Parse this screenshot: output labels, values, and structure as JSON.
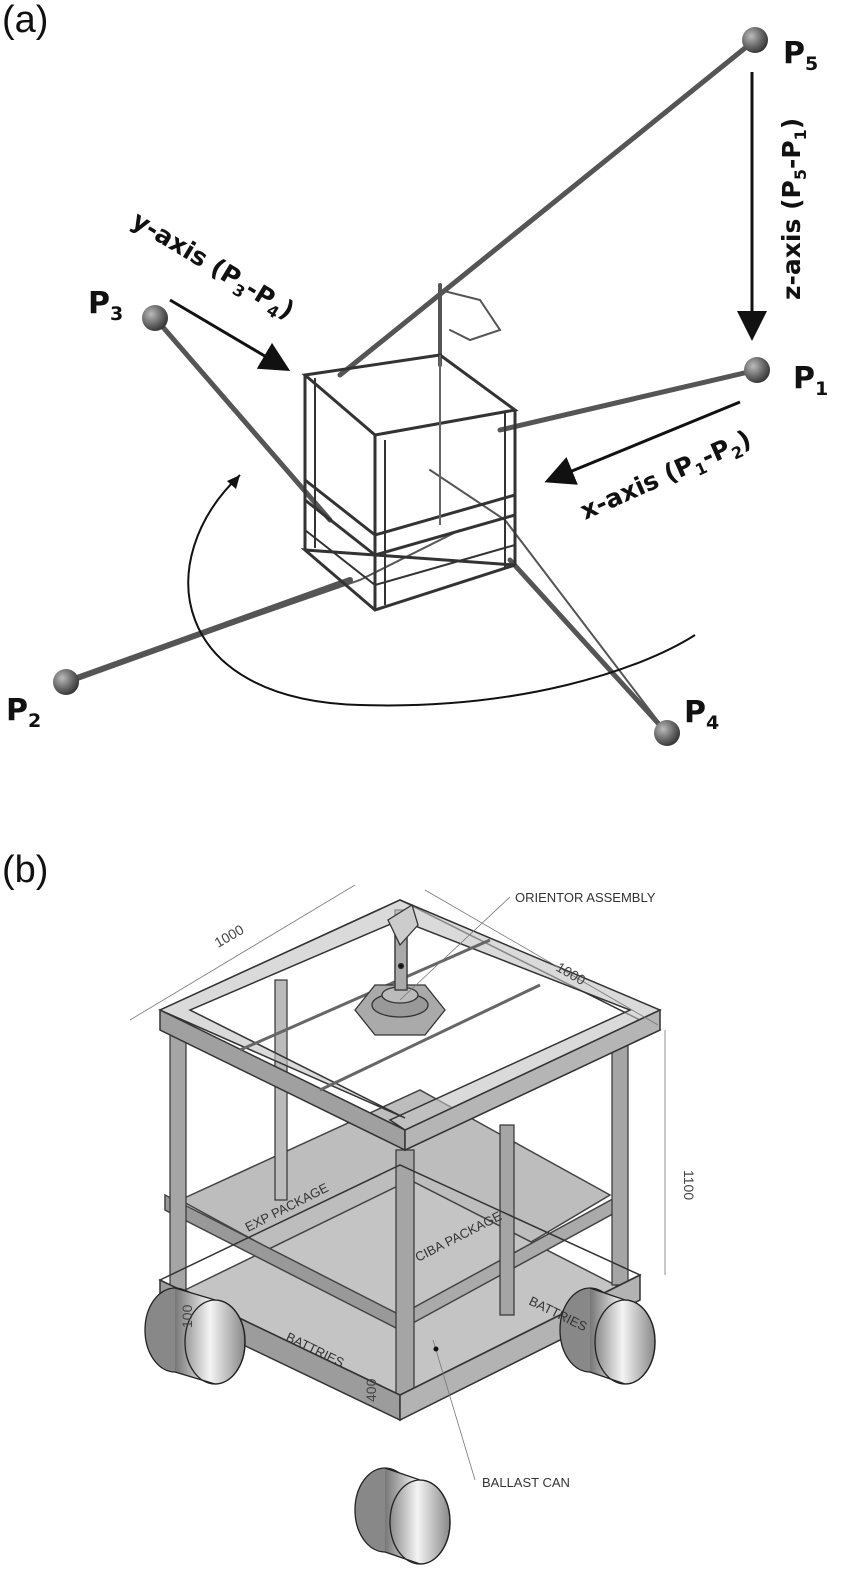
{
  "panels": {
    "a": {
      "label": "(a)",
      "points": {
        "p1": {
          "main": "P",
          "sub": "1"
        },
        "p2": {
          "main": "P",
          "sub": "2"
        },
        "p3": {
          "main": "P",
          "sub": "3"
        },
        "p4": {
          "main": "P",
          "sub": "4"
        },
        "p5": {
          "main": "P",
          "sub": "5"
        }
      },
      "axes": {
        "x": {
          "prefix": "x-axis (P",
          "s1": "1",
          "mid": "-P",
          "s2": "2",
          "suffix": ")"
        },
        "y": {
          "prefix": "y-axis (P",
          "s1": "3",
          "mid": "-P",
          "s2": "4",
          "suffix": ")"
        },
        "z": {
          "prefix": "z-axis (P",
          "s1": "5",
          "mid": "-P",
          "s2": "1",
          "suffix": ")"
        }
      }
    },
    "b": {
      "label": "(b)",
      "annotations": {
        "orientor": "ORIENTOR ASSEMBLY",
        "exp": "EXP PACKAGE",
        "ciba": "CIBA PACKAGE",
        "batt_left": "BATTRIES",
        "batt_right": "BATTRIES",
        "ballast": "BALLAST CAN"
      },
      "dimensions": {
        "width_left": "1000",
        "width_right": "1000",
        "height": "1100",
        "lower": "400",
        "small": "100"
      }
    }
  },
  "colors": {
    "frame": "#9a9a9a",
    "frame_dark": "#555555",
    "shelf": "#bdbdbd",
    "sphere": "#6a6a6a"
  }
}
